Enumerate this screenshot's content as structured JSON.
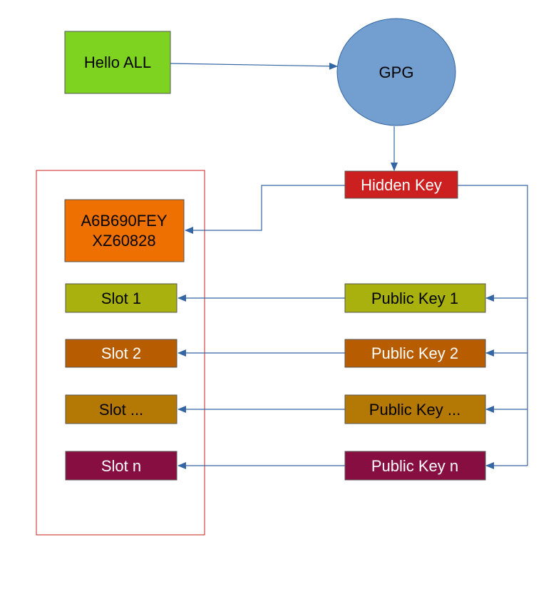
{
  "nodes": {
    "hello": {
      "label": "Hello ALL",
      "fill": "#7ed321",
      "text_color": "#000000"
    },
    "gpg": {
      "label": "GPG",
      "fill": "#729fcf",
      "text_color": "#000000"
    },
    "hidden_key": {
      "label": "Hidden Key",
      "fill": "#cc1f1f",
      "text_color": "#ffffff"
    },
    "encrypted": {
      "line1": "A6B690FEY",
      "line2": "XZ60828",
      "fill": "#ed7000",
      "text_color": "#000000"
    },
    "slots": [
      {
        "label": "Slot 1",
        "fill": "#a8b10d",
        "text_color": "#000000"
      },
      {
        "label": "Slot 2",
        "fill": "#b85c00",
        "text_color": "#ffffff"
      },
      {
        "label": "Slot ...",
        "fill": "#b47804",
        "text_color": "#000000"
      },
      {
        "label": "Slot n",
        "fill": "#870e41",
        "text_color": "#ffffff"
      }
    ],
    "public_keys": [
      {
        "label": "Public Key 1",
        "fill": "#a8b10d",
        "text_color": "#000000"
      },
      {
        "label": "Public Key 2",
        "fill": "#b85c00",
        "text_color": "#ffffff"
      },
      {
        "label": "Public Key ...",
        "fill": "#b47804",
        "text_color": "#000000"
      },
      {
        "label": "Public Key n",
        "fill": "#870e41",
        "text_color": "#ffffff"
      }
    ]
  },
  "colors": {
    "arrow": "#3465a4",
    "container_border": "#c9211e",
    "node_border": "#555555"
  }
}
